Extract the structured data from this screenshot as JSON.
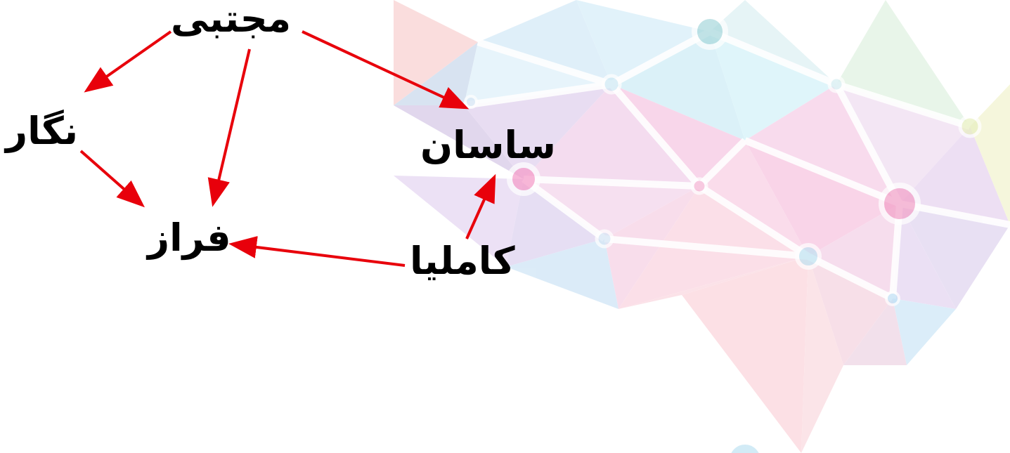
{
  "diagram": {
    "nodes": {
      "mojtaba": "مجتبی",
      "negar": "نگار",
      "saman": "ساسان",
      "faraz": "فراز",
      "kamelia": "کاملیا"
    },
    "edges": [
      {
        "from": "mojtaba",
        "to": "negar"
      },
      {
        "from": "mojtaba",
        "to": "faraz"
      },
      {
        "from": "mojtaba",
        "to": "saman"
      },
      {
        "from": "negar",
        "to": "faraz"
      },
      {
        "from": "kamelia",
        "to": "saman"
      },
      {
        "from": "kamelia",
        "to": "faraz"
      }
    ],
    "arrow_color": "#e8000b",
    "text_color": "#000000"
  }
}
